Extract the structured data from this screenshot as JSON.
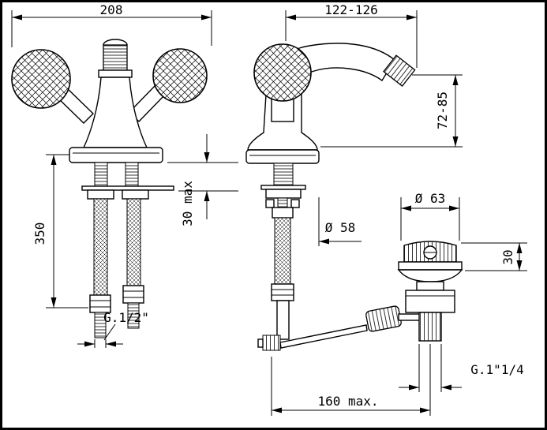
{
  "colors": {
    "ink": "#000000",
    "background": "#ffffff"
  },
  "dimensions": {
    "overall_width": "208",
    "depth_range": "122-126",
    "spout_height_range": "72-85",
    "hose_length": "350",
    "max_deck_thickness": "30 max",
    "base_diameter": "Ø 58",
    "waste_flange_diameter": "Ø 63",
    "waste_height": "30",
    "inlet_thread": "G.1/2\"",
    "waste_thread": "G.1\"1/4",
    "rod_reach": "160 max."
  }
}
